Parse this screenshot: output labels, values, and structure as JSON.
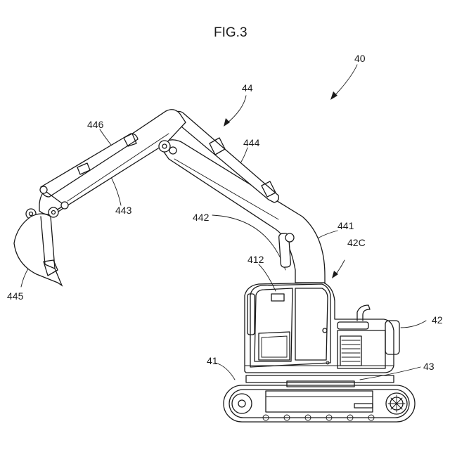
{
  "figure": {
    "title": "FIG.3"
  },
  "labels": {
    "l40": "40",
    "l44": "44",
    "l444": "444",
    "l446": "446",
    "l443": "443",
    "l442": "442",
    "l441": "441",
    "l42C": "42C",
    "l412": "412",
    "l445": "445",
    "l42": "42",
    "l41": "41",
    "l43": "43"
  },
  "colors": {
    "line": "#1a1a1a",
    "background": "#ffffff"
  }
}
